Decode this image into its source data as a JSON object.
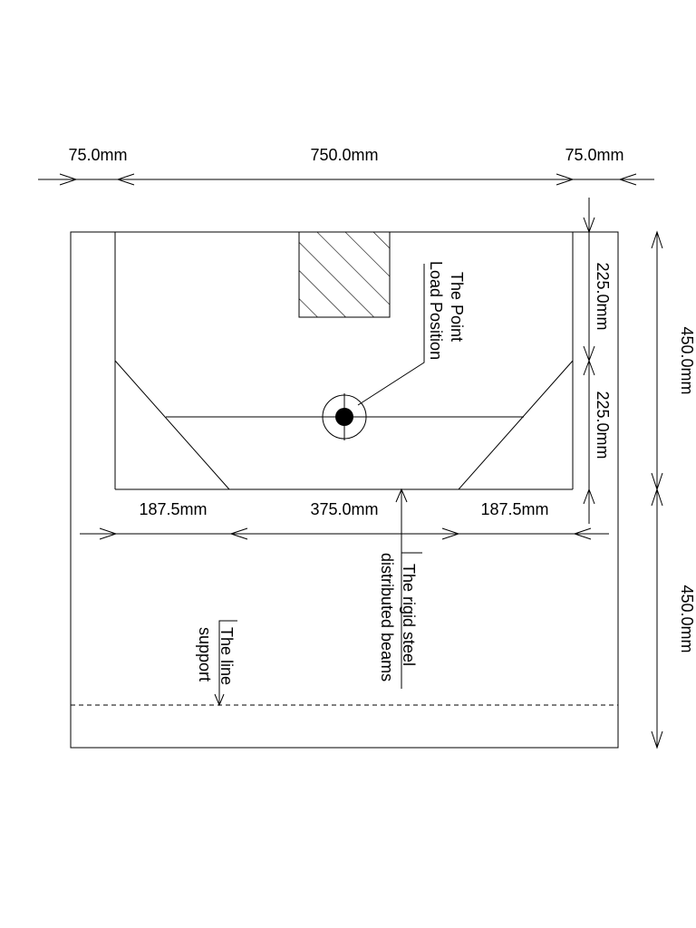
{
  "dimensions": {
    "top_left": "75.0mm",
    "top_middle": "750.0mm",
    "top_right": "75.0mm",
    "inner_left": "187.5mm",
    "inner_middle": "375.0mm",
    "inner_right": "187.5mm",
    "vertical_upper": "225.0mm",
    "vertical_lower": "225.0mm",
    "outer_upper": "450.0mm",
    "outer_lower": "450.0mm"
  },
  "labels": {
    "point_load_line1": "The Point",
    "point_load_line2": "Load Position",
    "beams_line1": "The rigid steel",
    "beams_line2": "distributed beams",
    "support_line1": "The line",
    "support_line2": "support"
  }
}
